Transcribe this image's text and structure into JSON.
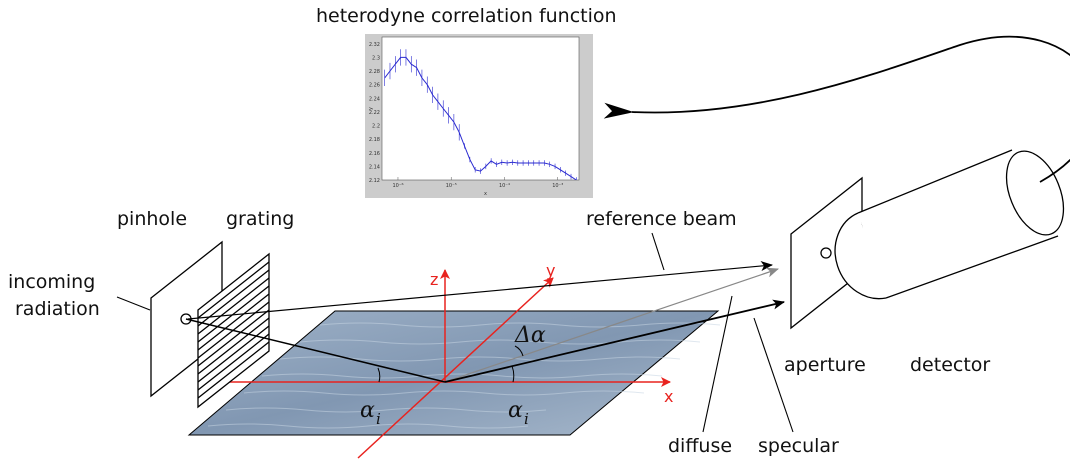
{
  "labels": {
    "plot_title": "heterodyne correlation function",
    "pinhole": "pinhole",
    "grating": "grating",
    "incoming_line1": "incoming",
    "incoming_line2": "radiation",
    "reference_beam": "reference beam",
    "aperture": "aperture",
    "detector": "detector",
    "diffuse": "diffuse",
    "specular": "specular",
    "axis_x": "x",
    "axis_y": "y",
    "axis_z": "z",
    "alpha_left": "α",
    "alpha_right": "α",
    "alpha_sub": "i",
    "delta_alpha": "Δα"
  },
  "colors": {
    "axis_red": "#e8231f",
    "curve_blue": "#2a2ad0",
    "plot_frame_bg": "#cccccc",
    "surface": "#8fa4be"
  },
  "chart_data": {
    "type": "line",
    "xlabel": "x",
    "ylabel": "y",
    "x_scale": "log",
    "y_ticks": [
      "2.32",
      "2.3",
      "2.28",
      "2.26",
      "2.24",
      "2.22",
      "2.2",
      "2.18",
      "2.16",
      "2.14",
      "2.12"
    ],
    "x_ticks": [
      "10⁻⁶",
      "10⁻⁵",
      "10⁻⁴",
      "10⁻³"
    ],
    "ylim": [
      2.12,
      2.33
    ],
    "xlim_log10": [
      -6.3,
      -2.6
    ],
    "series": [
      {
        "log10_x": [
          -6.25,
          -6.15,
          -6.05,
          -5.95,
          -5.85,
          -5.75,
          -5.65,
          -5.55,
          -5.45,
          -5.35,
          -5.25,
          -5.15,
          -5.05,
          -4.95,
          -4.85,
          -4.75,
          -4.65,
          -4.55,
          -4.45,
          -4.35,
          -4.25,
          -4.15,
          -4.05,
          -3.95,
          -3.85,
          -3.75,
          -3.65,
          -3.55,
          -3.45,
          -3.35,
          -3.25,
          -3.15,
          -3.05,
          -2.95,
          -2.85,
          -2.75,
          -2.65
        ],
        "y": [
          2.27,
          2.28,
          2.29,
          2.3,
          2.3,
          2.29,
          2.285,
          2.27,
          2.26,
          2.245,
          2.235,
          2.225,
          2.215,
          2.205,
          2.19,
          2.17,
          2.15,
          2.135,
          2.133,
          2.14,
          2.148,
          2.143,
          2.146,
          2.145,
          2.146,
          2.145,
          2.145,
          2.145,
          2.145,
          2.145,
          2.145,
          2.143,
          2.14,
          2.135,
          2.13,
          2.125,
          2.12
        ]
      }
    ]
  }
}
